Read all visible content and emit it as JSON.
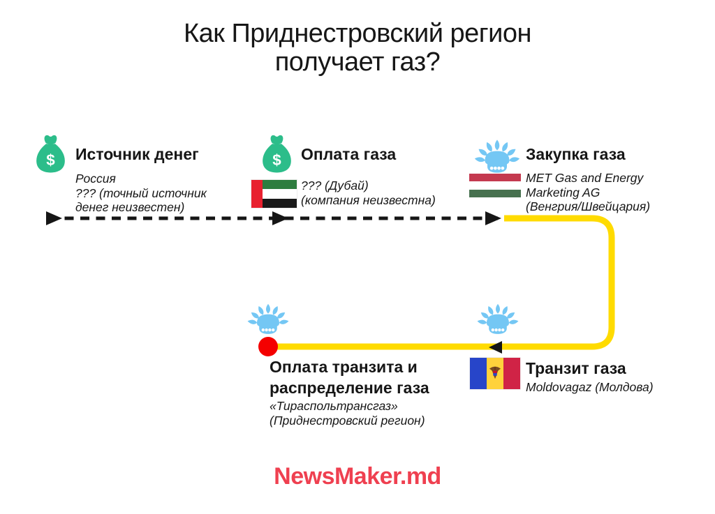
{
  "title": {
    "lines": [
      "Как Приднестровский регион",
      "получает газ?"
    ]
  },
  "nodes": {
    "money_source": {
      "heading": "Источник денег",
      "details": [
        "Россия",
        "??? (точный источник",
        "денег неизвестен)"
      ],
      "icon": "money-bag-icon"
    },
    "gas_payment": {
      "heading": "Оплата газа",
      "details": [
        "??? (Дубай)",
        "(компания неизвестна)"
      ],
      "icon": "money-bag-icon",
      "flag": "uae-flag"
    },
    "gas_purchase": {
      "heading": "Закупка газа",
      "details": [
        "MET Gas and Energy",
        "Marketing AG",
        "(Венгрия/Швейцария)"
      ],
      "icon": "gas-burner-icon",
      "flag": "hungary-flag"
    },
    "gas_transit": {
      "heading": "Транзит газа",
      "details": [
        "Moldovagaz (Молдова)"
      ],
      "icon": "gas-burner-icon",
      "flag": "moldova-flag"
    },
    "transit_payment": {
      "heading_lines": [
        "Оплата транзита и",
        "распределение газа"
      ],
      "details": [
        "«Тираспольтрансгаз»",
        "(Приднестровский регион)"
      ],
      "icon": "gas-burner-icon"
    }
  },
  "footer": {
    "brand": "NewsMaker.md"
  },
  "icons": {
    "dollar_glyph": "$",
    "money_bag": "money-bag-icon",
    "gas_burner": "gas-burner-icon",
    "flags": [
      "uae-flag",
      "hungary-flag",
      "moldova-flag"
    ]
  },
  "colors": {
    "money_bag_green": "#2CBD8A",
    "burner_blue": "#74C7F4",
    "pipeline_yellow": "#FFDB00",
    "endpoint_red": "#F40000",
    "arrow_black": "#161616",
    "brand_red": "#EF4050",
    "text_black": "#161616"
  }
}
